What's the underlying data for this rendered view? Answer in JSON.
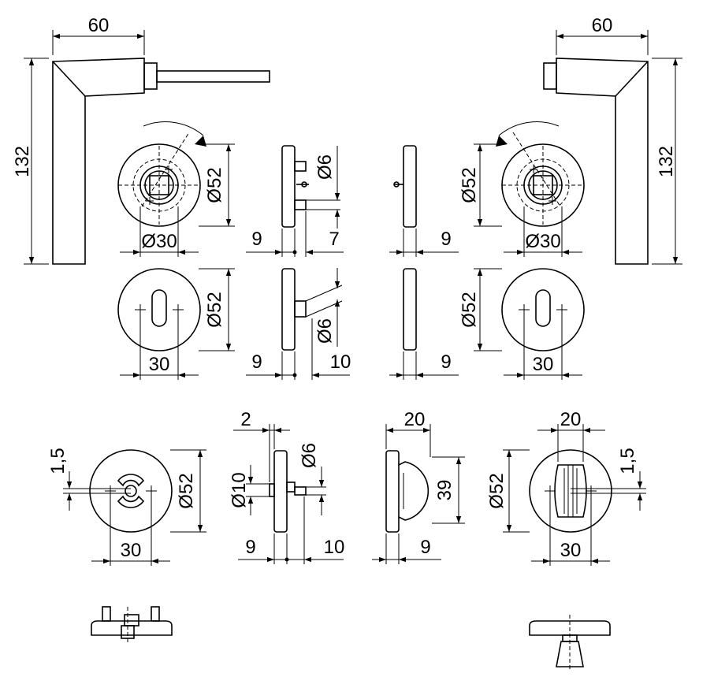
{
  "dimensions": {
    "lever_left": {
      "width": "60",
      "height": "132"
    },
    "lever_right": {
      "width": "60",
      "height": "132"
    },
    "rose_left": {
      "diameter": "Ø52",
      "inner": "Ø30"
    },
    "rose_right": {
      "diameter": "Ø52",
      "inner": "Ø30"
    },
    "rose_side_left": {
      "pin": "Ø6",
      "thickness": "9",
      "depth": "7"
    },
    "rose_side_right": {
      "thickness": "9"
    },
    "escutcheon_left": {
      "diameter": "Ø52",
      "spacing": "30"
    },
    "escutcheon_right": {
      "diameter": "Ø52",
      "spacing": "30"
    },
    "escutcheon_side_left": {
      "pin": "Ø6",
      "thickness": "9",
      "depth": "10"
    },
    "escutcheon_side_right": {
      "thickness": "9"
    },
    "wc_rose_left": {
      "slot": "1,5",
      "diameter": "Ø52",
      "spacing": "30"
    },
    "wc_side": {
      "offset": "2",
      "pin": "Ø6",
      "hub": "Ø10",
      "thickness": "9",
      "depth": "10"
    },
    "wc_turn_side": {
      "width": "20",
      "height": "39",
      "thickness": "9"
    },
    "wc_rose_right": {
      "width": "20",
      "slot": "1,5",
      "diameter": "Ø52",
      "spacing": "30"
    }
  }
}
